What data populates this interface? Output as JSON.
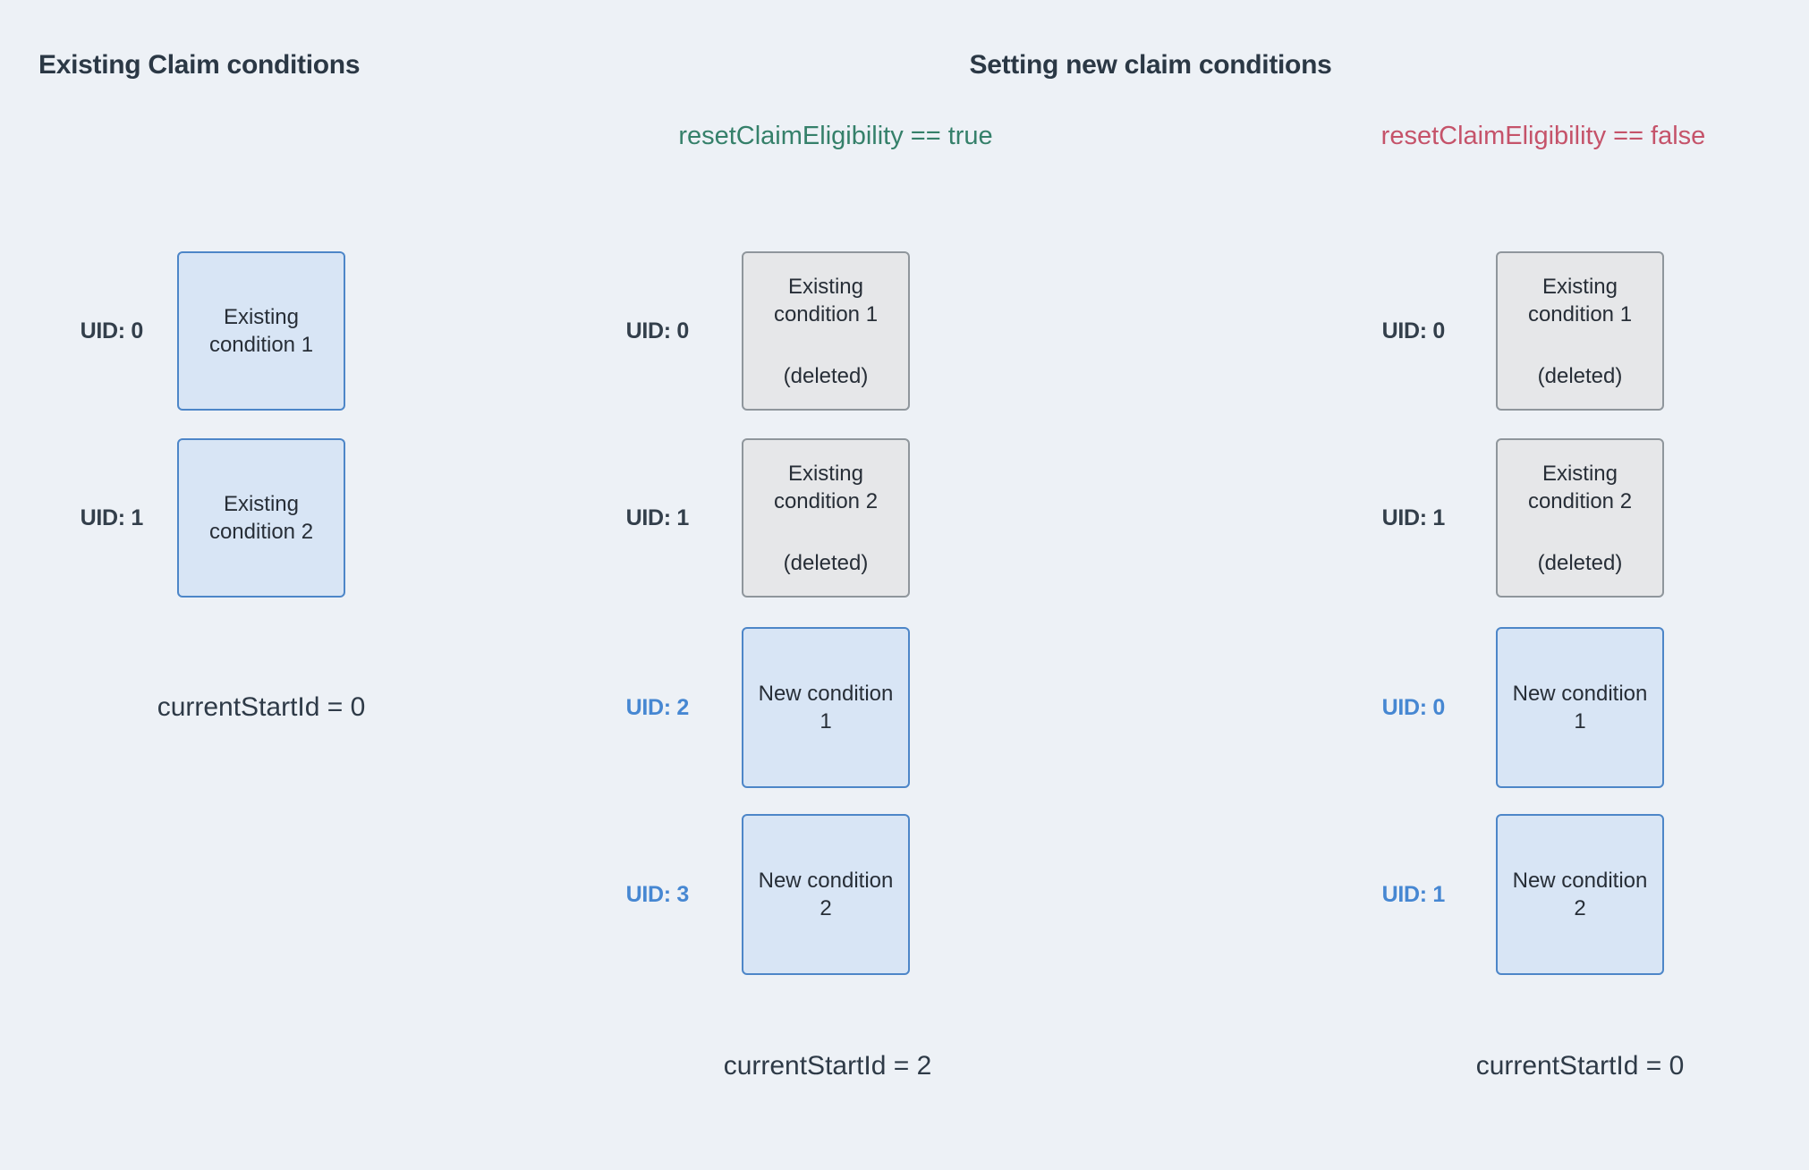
{
  "diagram": {
    "colors": {
      "background": "#edf1f6",
      "heading_text": "#2b3845",
      "caption_text": "#2e3a47",
      "uid_dark": "#333f4b",
      "uid_blue": "#4687d2",
      "scenario_true_color": "#35806a",
      "scenario_false_color": "#c5536a",
      "condition_box_fill": "#d8e5f5",
      "condition_box_border": "#4d86c8",
      "deleted_box_fill": "#e6e7e9",
      "deleted_box_border": "#8f969c"
    },
    "left_section": {
      "title": "Existing Claim conditions",
      "rows": [
        {
          "uid": "UID: 0",
          "box": "Existing condition 1"
        },
        {
          "uid": "UID: 1",
          "box": "Existing condition 2"
        }
      ],
      "caption": "currentStartId = 0"
    },
    "right_section": {
      "title": "Setting new claim conditions",
      "scenario_true": {
        "subtitle": "resetClaimEligibility == true",
        "rows": [
          {
            "uid": "UID: 0",
            "box": "Existing condition 1",
            "note": "(deleted)"
          },
          {
            "uid": "UID: 1",
            "box": "Existing condition 2",
            "note": "(deleted)"
          },
          {
            "uid": "UID: 2",
            "box": "New condition 1"
          },
          {
            "uid": "UID: 3",
            "box": "New condition 2"
          }
        ],
        "caption": "currentStartId = 2"
      },
      "scenario_false": {
        "subtitle": "resetClaimEligibility == false",
        "rows": [
          {
            "uid": "UID: 0",
            "box": "Existing condition 1",
            "note": "(deleted)"
          },
          {
            "uid": "UID: 1",
            "box": "Existing condition 2",
            "note": "(deleted)"
          },
          {
            "uid": "UID: 0",
            "box": "New condition 1"
          },
          {
            "uid": "UID: 1",
            "box": "New condition 2"
          }
        ],
        "caption": "currentStartId = 0"
      }
    }
  }
}
